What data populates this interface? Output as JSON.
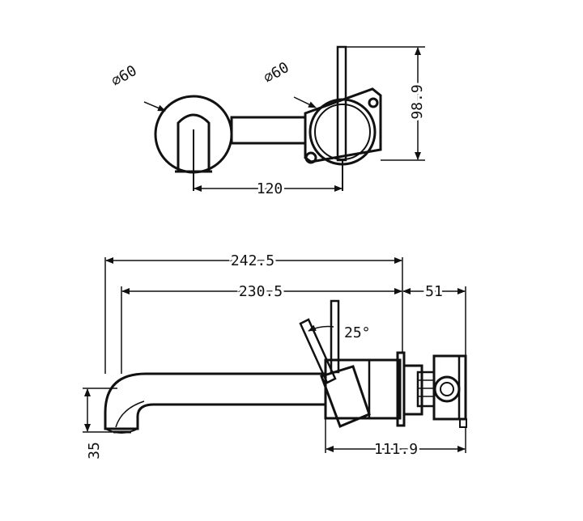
{
  "colors": {
    "line": "#111111",
    "background": "#ffffff"
  },
  "dimensions": {
    "top_diameter_left": "⌀60",
    "top_diameter_right": "⌀60",
    "top_spacing": "120",
    "top_height": "98.9",
    "overall_length": "242.5",
    "spout_length": "230.5",
    "depth_behind_wall": "51",
    "lever_angle": "25°",
    "body_projection": "111.9",
    "spout_height": "35"
  }
}
